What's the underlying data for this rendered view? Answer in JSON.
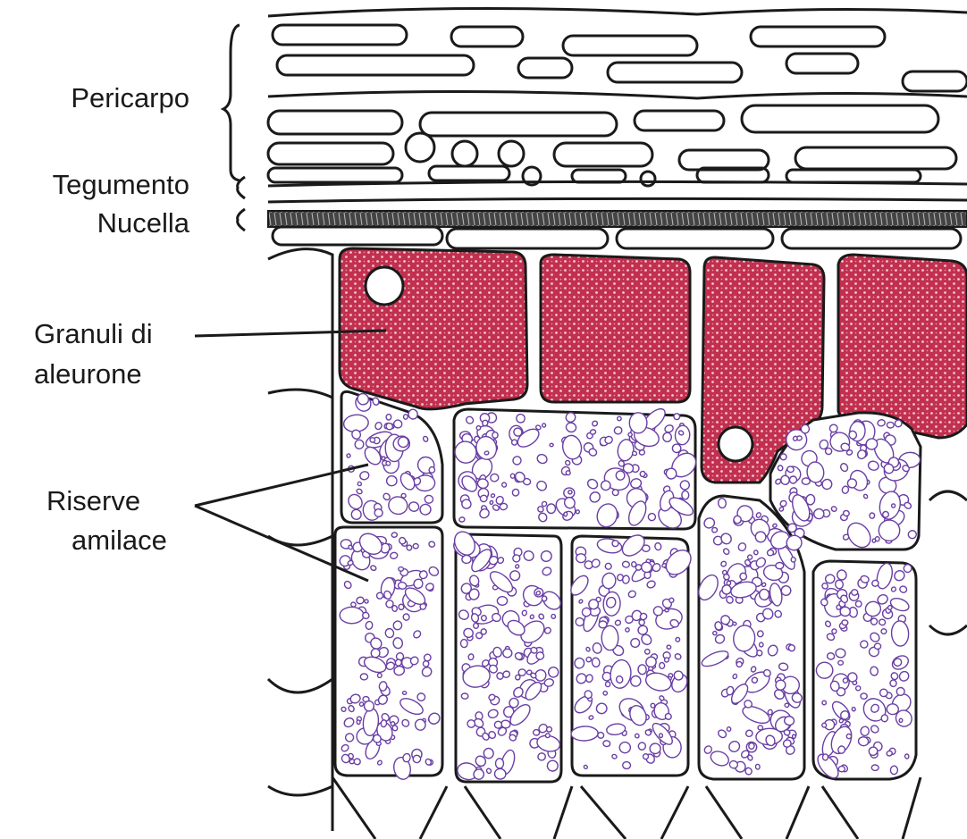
{
  "labels": {
    "pericarp": "Pericarpo",
    "tegument": "Tegumento",
    "nucellus": "Nucella",
    "aleurone_line1": "Granuli di",
    "aleurone_line2": "aleurone",
    "starch_line1": "Riserve",
    "starch_line2": "amilace"
  },
  "colors": {
    "aleurone_fill": "#c2304f",
    "starch_granule": "#6a3fa3",
    "outline": "#1a1a1a",
    "background": "#ffffff"
  }
}
